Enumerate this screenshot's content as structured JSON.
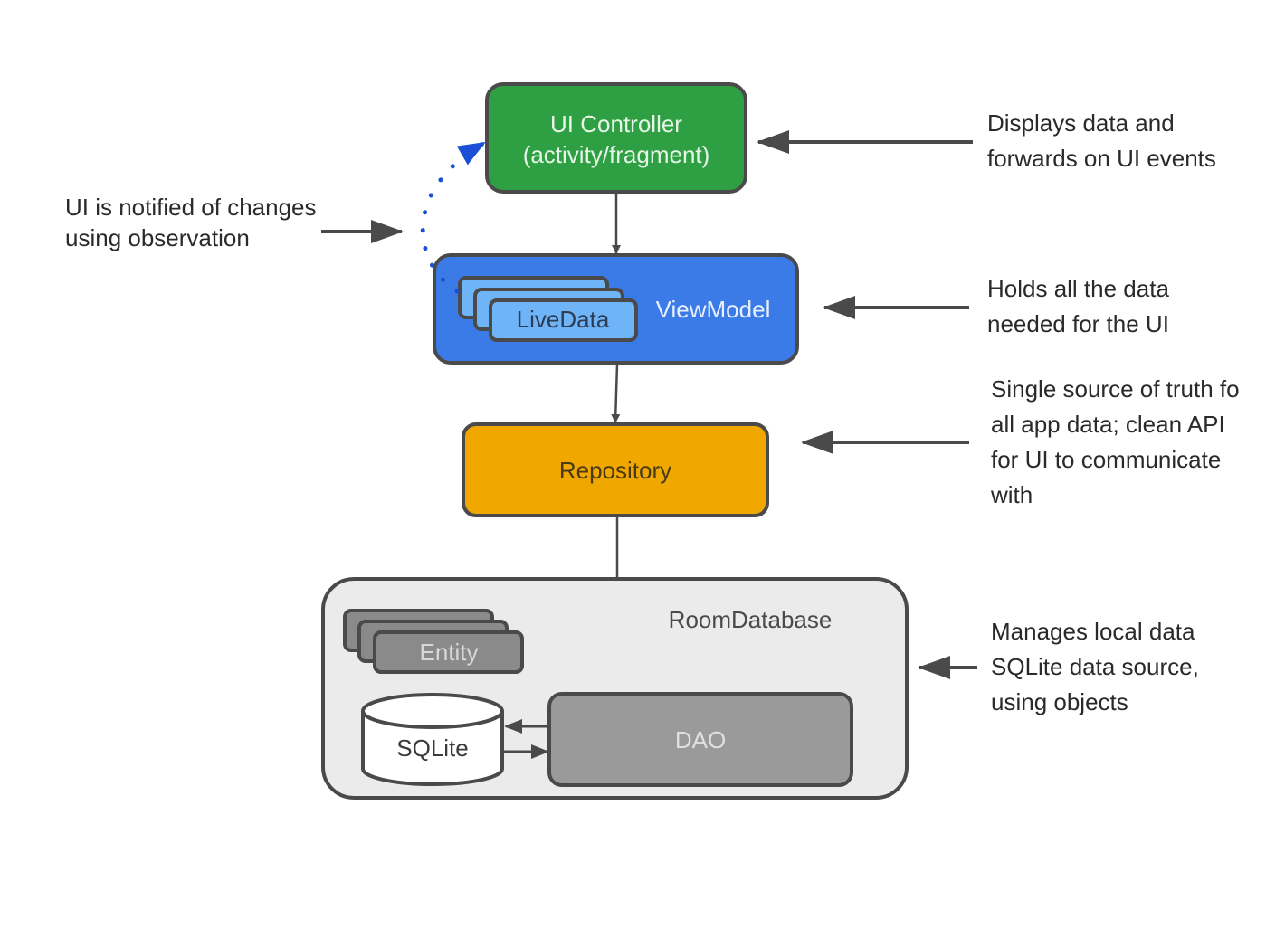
{
  "nodes": {
    "ui_controller": {
      "line1": "UI Controller",
      "line2": "(activity/fragment)"
    },
    "viewmodel": {
      "label": "ViewModel",
      "livedata": "LiveData"
    },
    "repository": {
      "label": "Repository"
    },
    "room_database": {
      "label": "RoomDatabase",
      "entity": "Entity",
      "sqlite": "SQLite",
      "dao": "DAO"
    }
  },
  "annotations": {
    "observation": {
      "line1": "UI is notified of changes",
      "line2": "using observation"
    },
    "ui_controller": {
      "line1": "Displays data and",
      "line2": "forwards on UI events"
    },
    "viewmodel": {
      "line1": "Holds all the data",
      "line2": "needed for the UI"
    },
    "repository": {
      "line1": "Single source of truth fo",
      "line2": "all app data; clean API",
      "line3": "for UI to communicate",
      "line4": "with"
    },
    "room_database": {
      "line1": "Manages local data",
      "line2": "SQLite data source,",
      "line3": "using objects"
    }
  },
  "colors": {
    "ui_controller": "#2ea043",
    "viewmodel": "#3b7be8",
    "livedata": "#6eb4f7",
    "repository": "#f0a800",
    "room_database": "#ebebeb",
    "entity": "#8a8a8a",
    "dao": "#9a9a9a",
    "observe_arrow": "#1a4fd6",
    "outline": "#4a4a4a"
  }
}
